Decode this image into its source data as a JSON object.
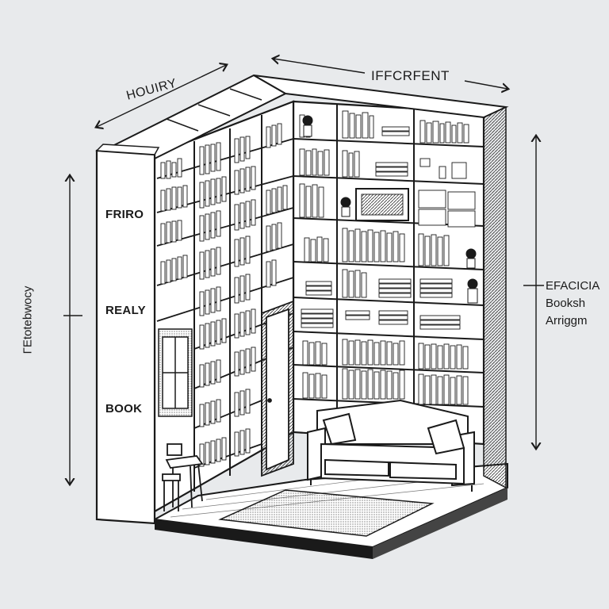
{
  "dimensions": {
    "top_width_label": "IFFCRFENT",
    "top_depth_label": "HOUIRY",
    "left_height_label": "ΓEtotebwocy"
  },
  "panel_labels": [
    "FRIRO",
    "REALY",
    "BOOK"
  ],
  "right_caption": [
    "EFACICIA",
    "Booksh",
    "Arriggm"
  ],
  "colors": {
    "background": "#e8eaec",
    "ink": "#1a1a1a",
    "paper": "#ffffff"
  }
}
